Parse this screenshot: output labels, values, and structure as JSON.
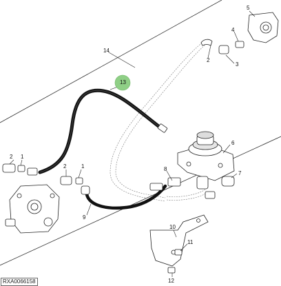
{
  "diagram": {
    "figure_id": "RXA0066158",
    "highlight_color": "#8fcf86",
    "callouts": {
      "c1_left": "1",
      "c1_mid": "1",
      "c2_left": "2",
      "c2_mid": "2",
      "c2_top": "2",
      "c3": "3",
      "c4": "4",
      "c5": "5",
      "c6": "6",
      "c7": "7",
      "c8": "8",
      "c9": "9",
      "c10": "10",
      "c11": "11",
      "c12": "12",
      "c13": "13",
      "c14": "14"
    }
  }
}
